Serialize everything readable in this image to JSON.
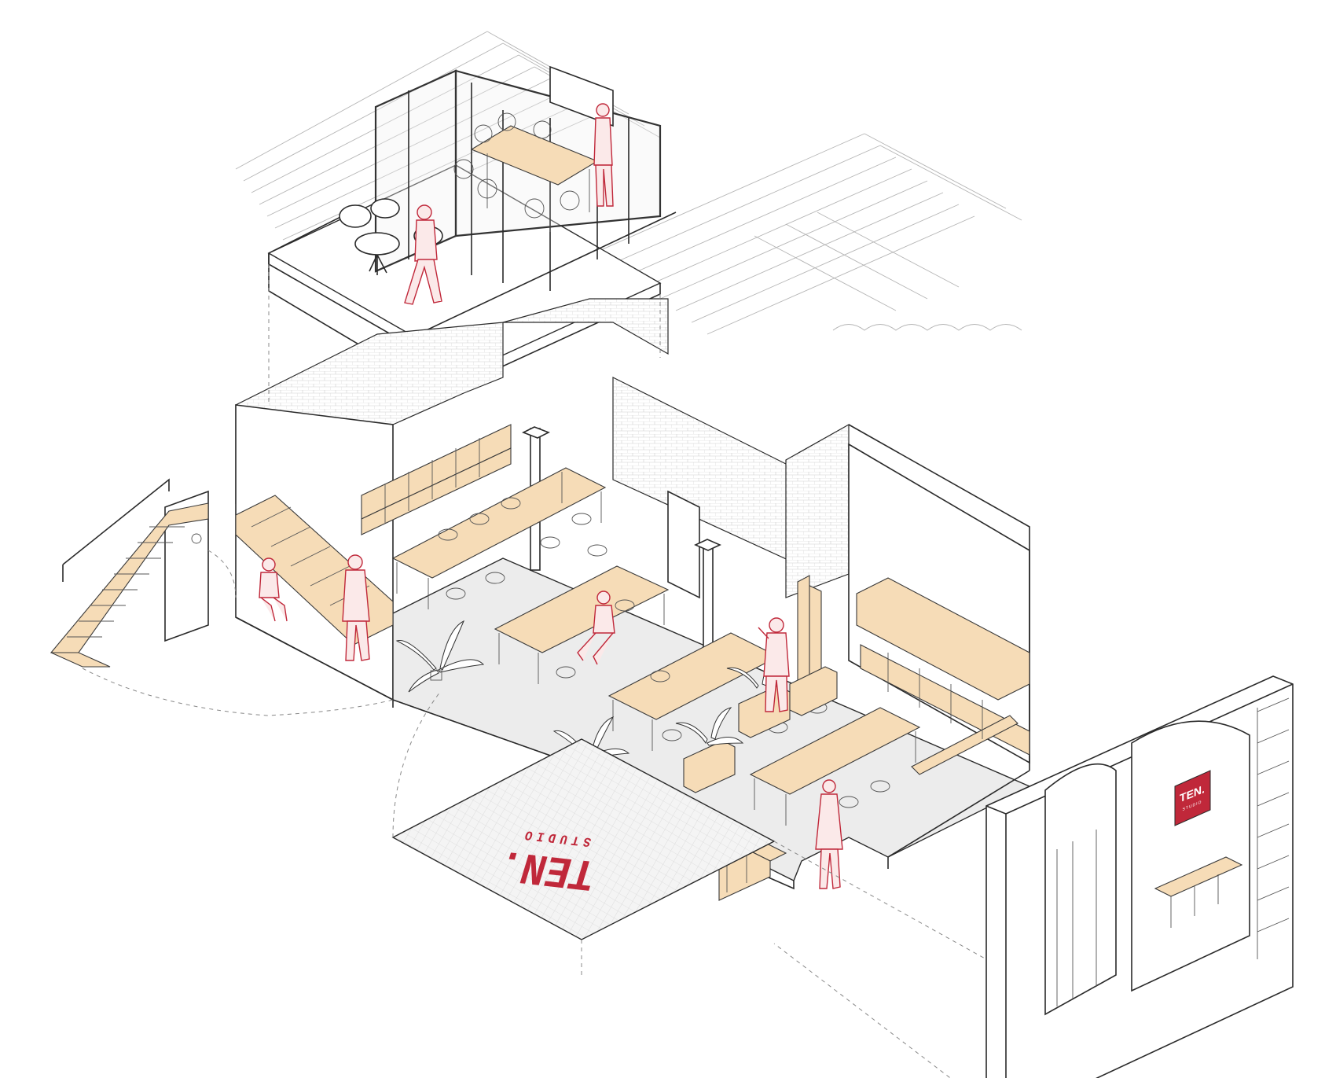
{
  "floor_logo": {
    "main": "TEN.",
    "sub": "STUDIO"
  },
  "facade_sign": {
    "main": "TEN.",
    "sub": "STUDIO"
  },
  "colors": {
    "accent": "#c0283a",
    "wood": "#f6dcb7",
    "floor": "#ececec",
    "line": "#2a2a2a"
  }
}
